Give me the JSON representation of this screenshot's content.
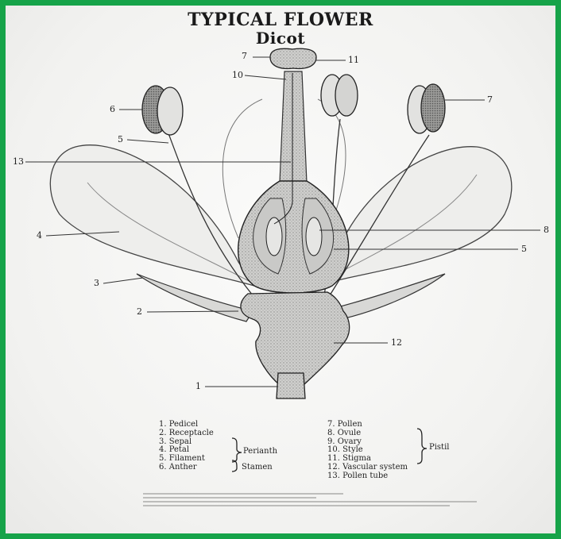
{
  "title": "TYPICAL FLOWER",
  "subtitle": "Dicot",
  "callouts": {
    "c1": "1",
    "c2": "2",
    "c3": "3",
    "c4": "4",
    "c5a": "5",
    "c5b": "5",
    "c6": "6",
    "c7a": "7",
    "c7b": "7",
    "c8": "8",
    "c10": "10",
    "c11": "11",
    "c12": "12",
    "c13": "13"
  },
  "legend_left": [
    "1.  Pedicel",
    "2.  Receptacle",
    "3.  Sepal",
    "4.  Petal",
    "5.  Filament",
    "6.  Anther"
  ],
  "legend_right": [
    "7.  Pollen",
    "8.  Ovule",
    "9.  Ovary",
    "10. Style",
    "11. Stigma",
    "12. Vascular system",
    "13. Pollen tube"
  ],
  "groups": {
    "perianth": "Perianth",
    "stamen": "Stamen",
    "pistil": "Pistil"
  },
  "colors": {
    "border": "#16a349",
    "ink": "#2a2a2a",
    "background": "#f4f4f2"
  }
}
